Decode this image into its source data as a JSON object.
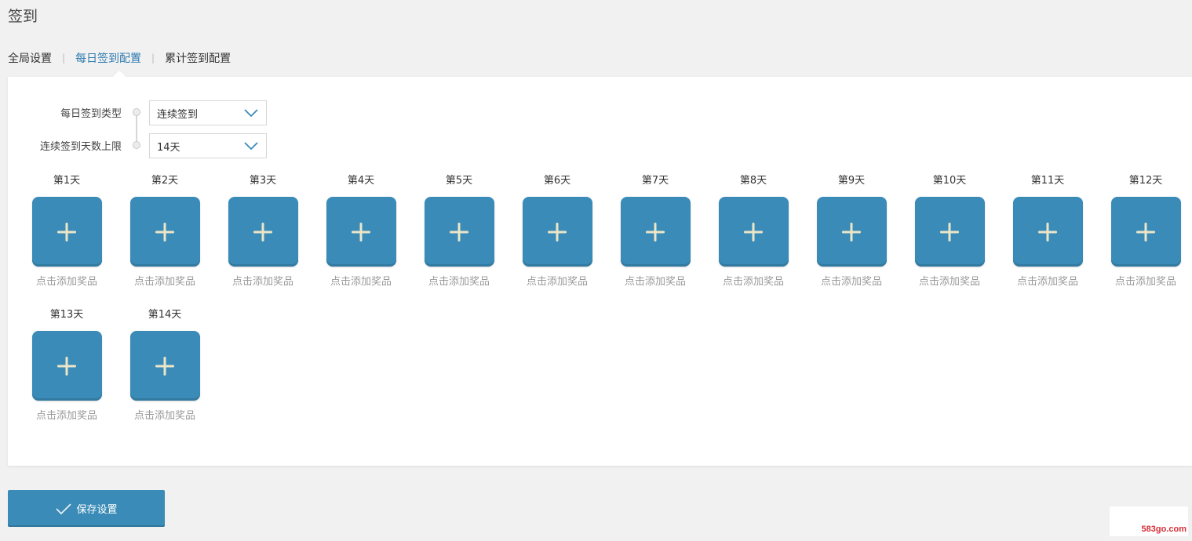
{
  "page": {
    "title": "签到"
  },
  "tabs": [
    {
      "label": "全局设置",
      "active": false
    },
    {
      "label": "每日签到配置",
      "active": true
    },
    {
      "label": "累计签到配置",
      "active": false
    }
  ],
  "form": {
    "type_label": "每日签到类型",
    "type_value": "连续签到",
    "limit_label": "连续签到天数上限",
    "limit_value": "14天"
  },
  "days": [
    {
      "label": "第1天",
      "hint": "点击添加奖品"
    },
    {
      "label": "第2天",
      "hint": "点击添加奖品"
    },
    {
      "label": "第3天",
      "hint": "点击添加奖品"
    },
    {
      "label": "第4天",
      "hint": "点击添加奖品"
    },
    {
      "label": "第5天",
      "hint": "点击添加奖品"
    },
    {
      "label": "第6天",
      "hint": "点击添加奖品"
    },
    {
      "label": "第7天",
      "hint": "点击添加奖品"
    },
    {
      "label": "第8天",
      "hint": "点击添加奖品"
    },
    {
      "label": "第9天",
      "hint": "点击添加奖品"
    },
    {
      "label": "第10天",
      "hint": "点击添加奖品"
    },
    {
      "label": "第11天",
      "hint": "点击添加奖品"
    },
    {
      "label": "第12天",
      "hint": "点击添加奖品"
    },
    {
      "label": "第13天",
      "hint": "点击添加奖品"
    },
    {
      "label": "第14天",
      "hint": "点击添加奖品"
    }
  ],
  "save_button": {
    "label": "保存设置"
  },
  "watermark": {
    "text": "583go.com"
  },
  "colors": {
    "accent": "#3a8bb7",
    "active_tab": "#2e7bb0",
    "plus": "#ece6c8",
    "watermark": "#d6303a"
  },
  "icons": {
    "select_arrow": "chevron-down-icon",
    "add": "plus-icon",
    "save": "checkmark-icon"
  }
}
